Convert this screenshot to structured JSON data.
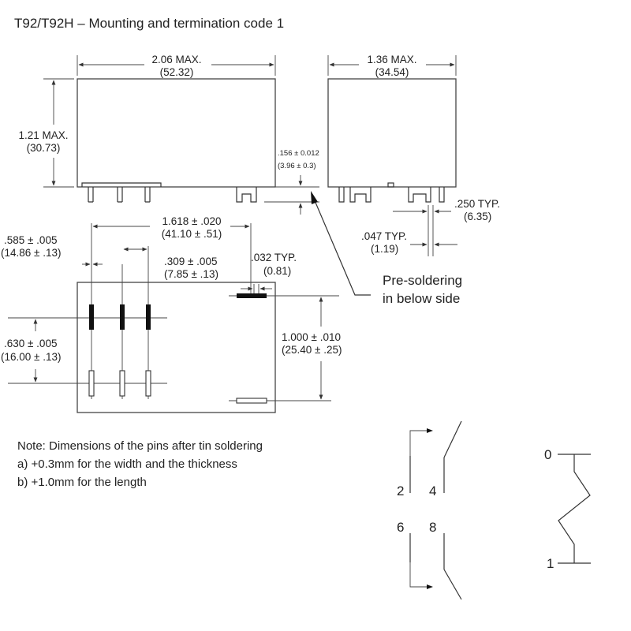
{
  "title": "T92/T92H – Mounting and termination code 1",
  "dimensions": {
    "length_in": "2.06 MAX.",
    "length_mm": "(52.32)",
    "width_in": "1.36 MAX.",
    "width_mm": "(34.54)",
    "height_in": "1.21 MAX.",
    "height_mm": "(30.73)",
    "standoff_in": ".156 ± 0.012",
    "standoff_mm": "(3.96 ± 0.3)",
    "pin_len_in": ".250 TYP.",
    "pin_len_mm": "(6.35)",
    "pin_w_in": ".047 TYP.",
    "pin_w_mm": "(1.19)",
    "span_in": "1.618 ± .020",
    "span_mm": "(41.10 ± .51)",
    "offset_in": ".585 ± .005",
    "offset_mm": "(14.86 ± .13)",
    "pitch_in": ".309 ± .005",
    "pitch_mm": "(7.85 ± .13)",
    "thick_in": ".032 TYP.",
    "thick_mm": "(0.81)",
    "row_in": ".630 ± .005",
    "row_mm": "(16.00 ± .13)",
    "coil_in": "1.000 ± .010",
    "coil_mm": "(25.40 ± .25)"
  },
  "callout": {
    "line1": "Pre-soldering",
    "line2": "in below side"
  },
  "note": {
    "line1": "Note: Dimensions of the pins after tin soldering",
    "line2": "a) +0.3mm for the width and the thickness",
    "line3": "b) +1.0mm for the length"
  },
  "schematic": {
    "pin_2": "2",
    "pin_4": "4",
    "pin_6": "6",
    "pin_8": "8",
    "coil_0": "0",
    "coil_1": "1"
  }
}
